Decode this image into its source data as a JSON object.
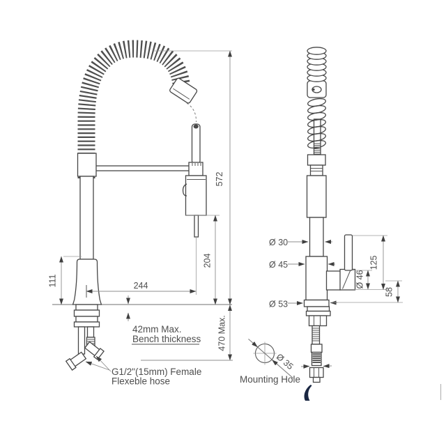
{
  "colors": {
    "line": "#464646",
    "dim": "#8c8c8c",
    "text": "#4e4e4e",
    "artifact_navy": "#1a2742"
  },
  "front_view": {
    "dim_overall_height": "572",
    "dim_spout_height": "204",
    "dim_spout_reach": "244",
    "dim_base_height": "111",
    "dim_under_bench": "470 Max.",
    "bench_note_line1": "42mm Max.",
    "bench_note_line2": "Bench thickness",
    "hose_note_line1": "G1/2\"(15mm) Female",
    "hose_note_line2": "Flexeble hose"
  },
  "side_view": {
    "dia_spout_tube": "Ø 30",
    "dia_body": "Ø 45",
    "dia_base": "Ø 53",
    "dia_handle_base": "Ø 46",
    "dim_handle_height": "125",
    "dim_outlet_height": "58",
    "dia_mounting_hole": "Ø 35",
    "mounting_hole_label": "Mounting Hole"
  }
}
